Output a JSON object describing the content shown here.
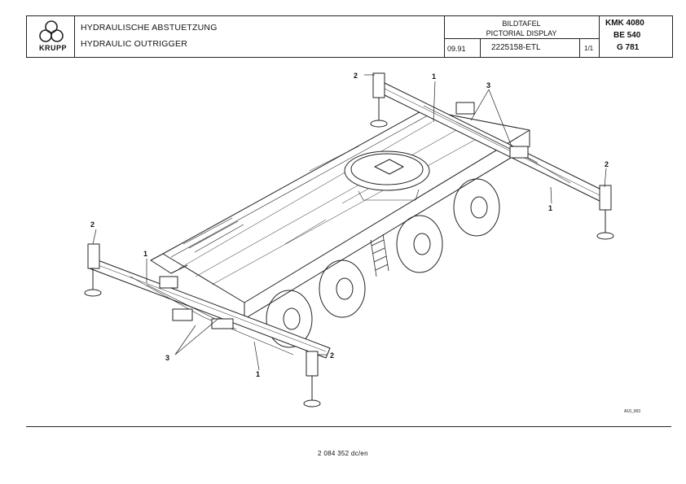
{
  "header": {
    "logo_text": "KRUPP",
    "title_de": "HYDRAULISCHE ABSTUETZUNG",
    "title_en": "HYDRAULIC OUTRIGGER",
    "bildtafel": "BILDTAFEL",
    "pictorial": "PICTORIAL DISPLAY",
    "date": "09.91",
    "doc_number": "2225158-ETL",
    "sheet": "1/1",
    "model": "KMK 4080",
    "be": "BE 540",
    "g": "G 781"
  },
  "drawing": {
    "callouts": [
      "1",
      "2",
      "3"
    ],
    "drawing_ref": "A10_063"
  },
  "footer": {
    "code": "2 084 352 dc/en"
  }
}
